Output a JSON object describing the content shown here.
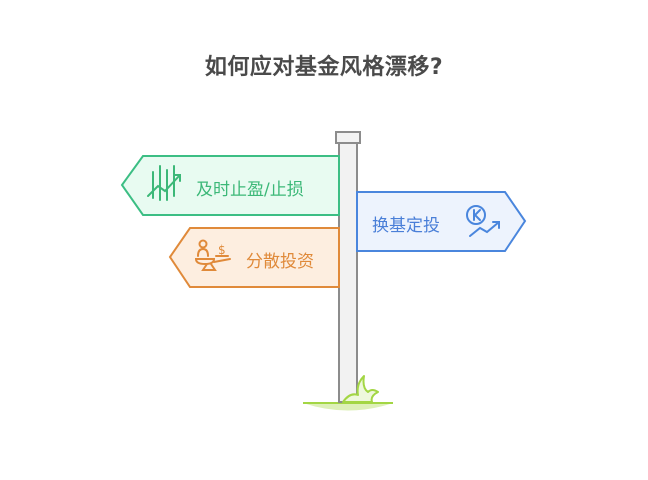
{
  "title": "如何应对基金风格漂移?",
  "signs": [
    {
      "label": "及时止盈/止损",
      "icon": "trend-bars-icon",
      "direction": "left",
      "stroke": "#3cbe84",
      "fill": "#e8fbf1",
      "text_color": "#3cb878"
    },
    {
      "label": "分散投资",
      "icon": "balance-scale-icon",
      "direction": "left",
      "stroke": "#e08a3a",
      "fill": "#fdeee0",
      "text_color": "#e08a3a"
    },
    {
      "label": "换基定投",
      "icon": "currency-trend-icon",
      "direction": "right",
      "stroke": "#4a86dd",
      "fill": "#edf3fd",
      "text_color": "#4a7fd8"
    }
  ],
  "post": {
    "stroke": "#8c8c8c",
    "fill": "#f2f2f2"
  },
  "grass": {
    "color": "#a3d644",
    "ground": "#ddf0b8"
  }
}
